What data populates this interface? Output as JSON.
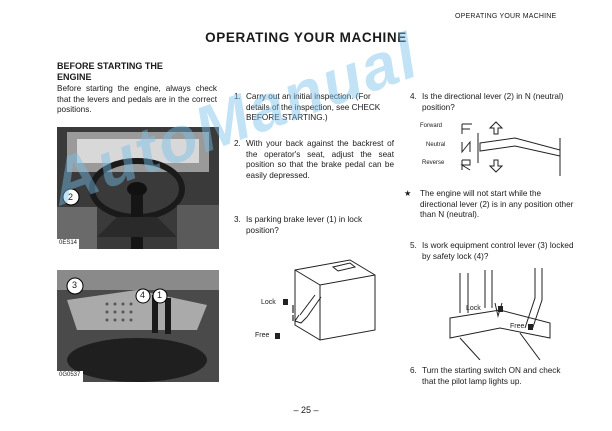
{
  "running_header": "OPERATING YOUR MACHINE",
  "title": "OPERATING YOUR MACHINE",
  "left": {
    "heading_line1": "BEFORE STARTING THE",
    "heading_line2": "ENGINE",
    "intro": "Before starting the engine, always check that the levers and pedals are in the correct positions.",
    "photo_top_code": "0ES14",
    "photo_top_callout": "2",
    "photo_bottom_code": "0G0537",
    "photo_bottom_callouts": [
      "3",
      "4",
      "1"
    ]
  },
  "middle": {
    "steps": [
      {
        "num": "1.",
        "text": "Carry out an initial inspection. (For details of the inspection, see CHECK BEFORE STARTING.)"
      },
      {
        "num": "2.",
        "text": "With your back against the backrest of the operator's seat, adjust the seat position so that the brake pedal can be easily depressed."
      },
      {
        "num": "3.",
        "text": "Is parking brake lever (1) in lock position?"
      }
    ],
    "fig_labels": {
      "lock": "Lock",
      "free": "Free"
    }
  },
  "right": {
    "step4": {
      "num": "4.",
      "text": "Is the directional lever (2) in N (neutral) position?"
    },
    "dir_labels": {
      "forward": "Forward",
      "neutral": "Neutral",
      "reverse": "Reverse",
      "f": "F",
      "n": "N",
      "r": "R"
    },
    "note": {
      "mark": "★",
      "text": "The engine will not start while the directional lever (2) is in any position other than N (neutral)."
    },
    "step5": {
      "num": "5.",
      "text": "Is work equipment control lever (3) locked by safety lock (4)?"
    },
    "fig_labels": {
      "lock": "Lock",
      "free": "Free"
    },
    "step6": {
      "num": "6.",
      "text": "Turn the starting switch ON and check that the pilot lamp lights up."
    }
  },
  "watermark": "AutoManual",
  "page_number": "– 25 –"
}
